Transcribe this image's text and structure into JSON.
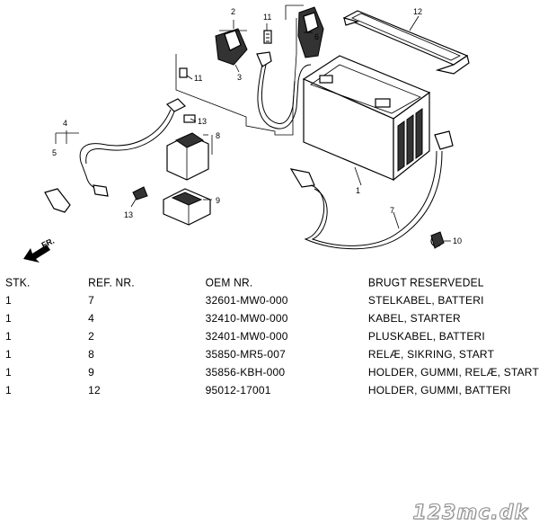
{
  "diagram": {
    "callouts": [
      "1",
      "2",
      "3",
      "4",
      "5",
      "6",
      "7",
      "8",
      "9",
      "10",
      "11",
      "11",
      "12",
      "13",
      "13"
    ],
    "direction_label": "FR."
  },
  "table": {
    "headers": [
      "STK.",
      "REF. NR.",
      "OEM NR.",
      "BRUGT RESERVEDEL"
    ],
    "rows": [
      [
        "1",
        "7",
        "32601-MW0-000",
        "STELKABEL, BATTERI"
      ],
      [
        "1",
        "4",
        "32410-MW0-000",
        "KABEL, STARTER"
      ],
      [
        "1",
        "2",
        "32401-MW0-000",
        "PLUSKABEL, BATTERI"
      ],
      [
        "1",
        "8",
        "35850-MR5-007",
        "RELÆ, SIKRING, START"
      ],
      [
        "1",
        "9",
        "35856-KBH-000",
        "HOLDER, GUMMI, RELÆ, START"
      ],
      [
        "1",
        "12",
        "95012-17001",
        "HOLDER, GUMMI, BATTERI"
      ]
    ]
  },
  "watermark": "123mc.dk"
}
